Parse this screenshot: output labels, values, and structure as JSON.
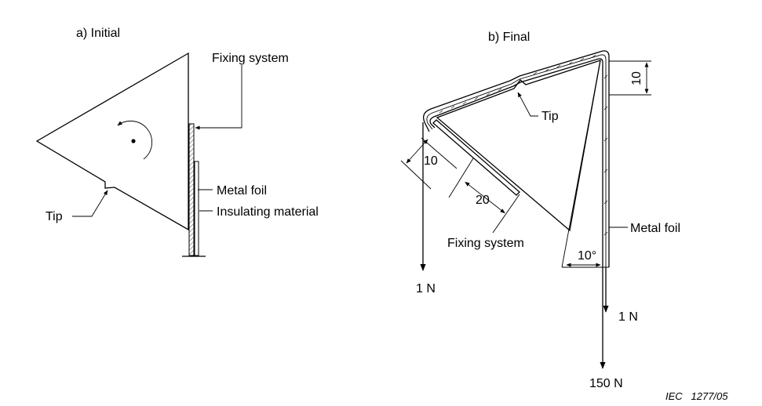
{
  "panels": {
    "initial": {
      "title": "a) Initial",
      "labels": {
        "fixing_system": "Fixing system",
        "metal_foil": "Metal foil",
        "insulating_material": "Insulating material",
        "tip": "Tip"
      }
    },
    "final": {
      "title": "b) Final",
      "labels": {
        "tip": "Tip",
        "fixing_system": "Fixing system",
        "metal_foil": "Metal foil"
      },
      "dimensions": {
        "top_right": "10",
        "left_side": "10",
        "fixing_length": "20",
        "angle": "10°"
      },
      "forces": {
        "left": "1 N",
        "right_small": "1 N",
        "right_large": "150 N"
      }
    }
  },
  "credit": "IEC   1277/05"
}
